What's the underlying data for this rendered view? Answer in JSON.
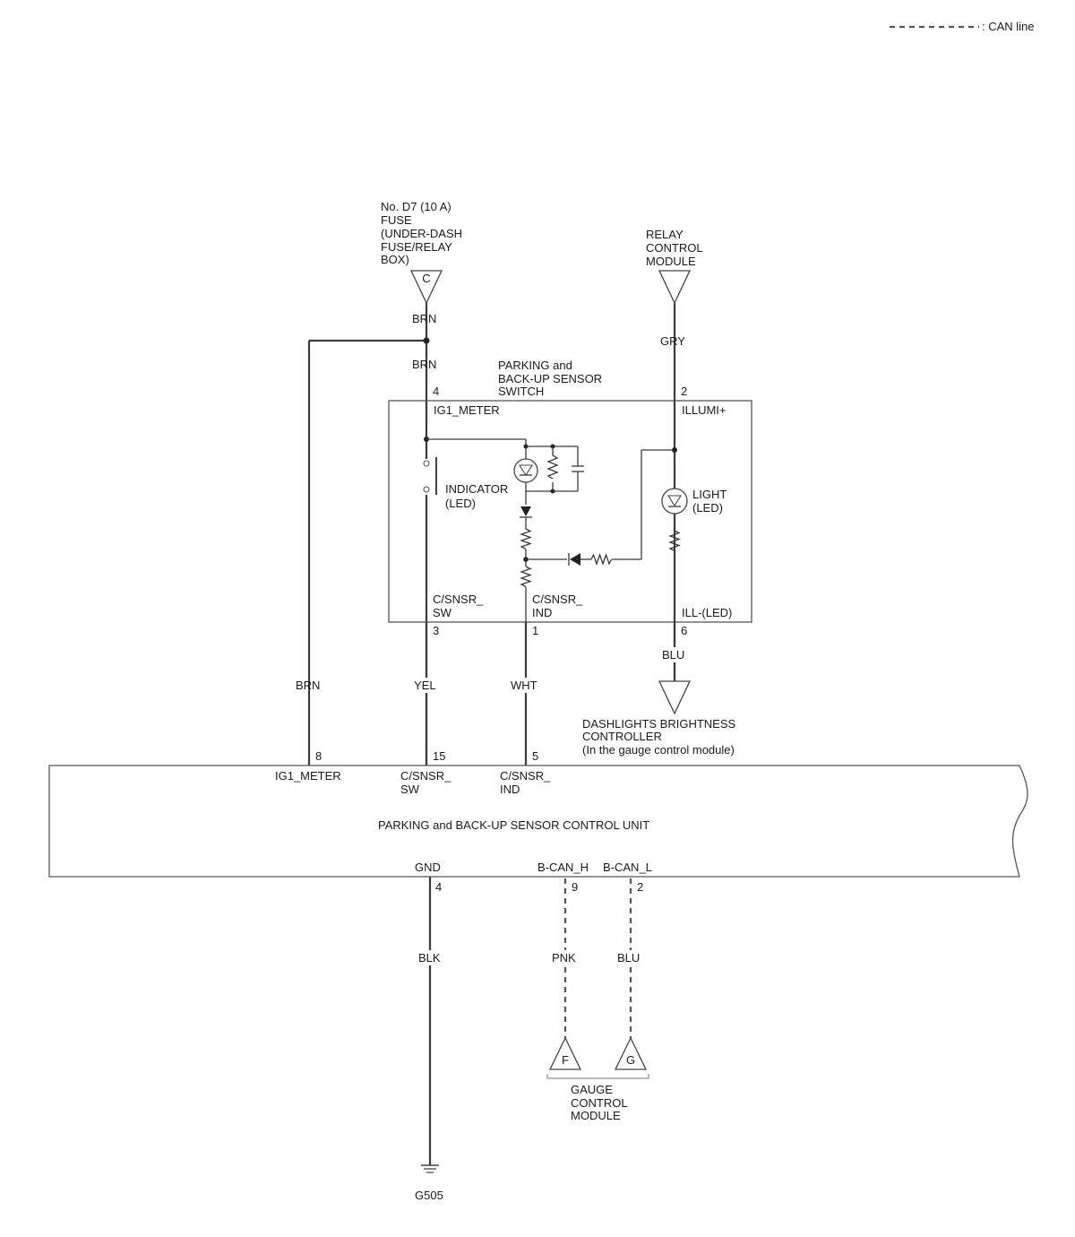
{
  "legend": {
    "label": ": CAN line"
  },
  "fuse": {
    "lines": [
      "No. D7 (10 A)",
      "FUSE",
      "(UNDER-DASH",
      "FUSE/RELAY",
      "BOX)"
    ],
    "terminal": "C"
  },
  "relay": {
    "lines": [
      "RELAY",
      "CONTROL",
      "MODULE"
    ]
  },
  "switch": {
    "title_lines": [
      "PARKING and",
      "BACK-UP SENSOR",
      "SWITCH"
    ],
    "pins": {
      "ig1": {
        "num": "4",
        "name": "IG1_METER"
      },
      "illumi": {
        "num": "2",
        "name": "ILLUMI+"
      },
      "sw": {
        "num": "3",
        "name_lines": [
          "C/SNSR_",
          "SW"
        ]
      },
      "ind": {
        "num": "1",
        "name_lines": [
          "C/SNSR_",
          "IND"
        ]
      },
      "ill": {
        "num": "6",
        "name": "ILL-(LED)"
      }
    },
    "indicator_lines": [
      "INDICATOR",
      "(LED)"
    ],
    "light_lines": [
      "LIGHT",
      "(LED)"
    ]
  },
  "wires": {
    "fuse_out": "BRN",
    "branch": "BRN",
    "feed": "BRN",
    "relay": "GRY",
    "sw": "YEL",
    "ind": "WHT",
    "ill": "BLU",
    "gnd": "BLK",
    "can_h": "PNK",
    "can_l": "BLU"
  },
  "dash": {
    "lines": [
      "DASHLIGHTS BRIGHTNESS",
      "CONTROLLER",
      "(In the gauge control module)"
    ]
  },
  "unit": {
    "title": "PARKING and BACK-UP SENSOR CONTROL UNIT",
    "pins": {
      "ig1": {
        "num": "8",
        "name": "IG1_METER"
      },
      "sw": {
        "num": "15",
        "name_lines": [
          "C/SNSR_",
          "SW"
        ]
      },
      "ind": {
        "num": "5",
        "name_lines": [
          "C/SNSR_",
          "IND"
        ]
      },
      "gnd": {
        "num": "4",
        "name": "GND"
      },
      "can_h": {
        "num": "9",
        "name": "B-CAN_H"
      },
      "can_l": {
        "num": "2",
        "name": "B-CAN_L"
      }
    }
  },
  "gauge": {
    "terminals": [
      "F",
      "G"
    ],
    "lines": [
      "GAUGE",
      "CONTROL",
      "MODULE"
    ]
  },
  "ground": {
    "label": "G505"
  }
}
